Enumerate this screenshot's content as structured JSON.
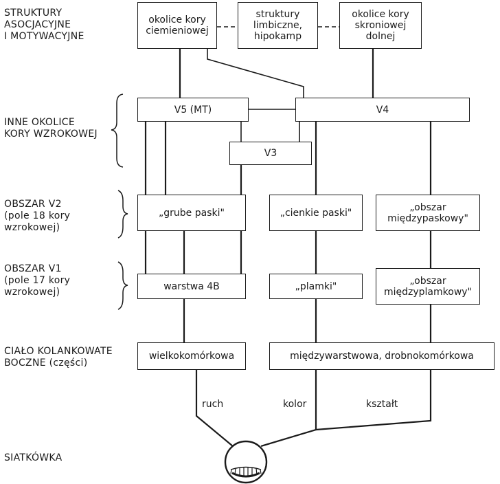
{
  "levels": {
    "assoc": "STRUKTURY\nASOCJACYJNE\nI MOTYWACYJNE",
    "other_visual": "INNE OKOLICE\nKORY WZROKOWEJ",
    "v2": "OBSZAR V2\n(pole 18 kory\nwzrokowej)",
    "v1": "OBSZAR V1\n(pole 17 kory\nwzrokowej)",
    "lgn": "CIAŁO KOLANKOWATE\nBOCZNE (części)",
    "retina": "SIATKÓWKA"
  },
  "boxes": {
    "parietal": "okolice kory\nciemieniowej",
    "limbic": "struktury\nlimbiczne,\nhipokamp",
    "temporal": "okolice kory\nskroniowej\ndolnej",
    "v5": "V5 (MT)",
    "v4": "V4",
    "v3": "V3",
    "thick_stripes": "„grube paski\"",
    "thin_stripes": "„cienkie paski\"",
    "interstripe": "„obszar\nmiędzypaskowy\"",
    "layer4b": "warstwa 4B",
    "blobs": "„plamki\"",
    "interblob": "„obszar\nmiędzyplamkowy\"",
    "magno": "wielkokomórkowa",
    "parvo": "międzywarstwowa, drobnokomórkowa"
  },
  "pathways": {
    "motion": "ruch",
    "color": "kolor",
    "shape": "kształt"
  }
}
